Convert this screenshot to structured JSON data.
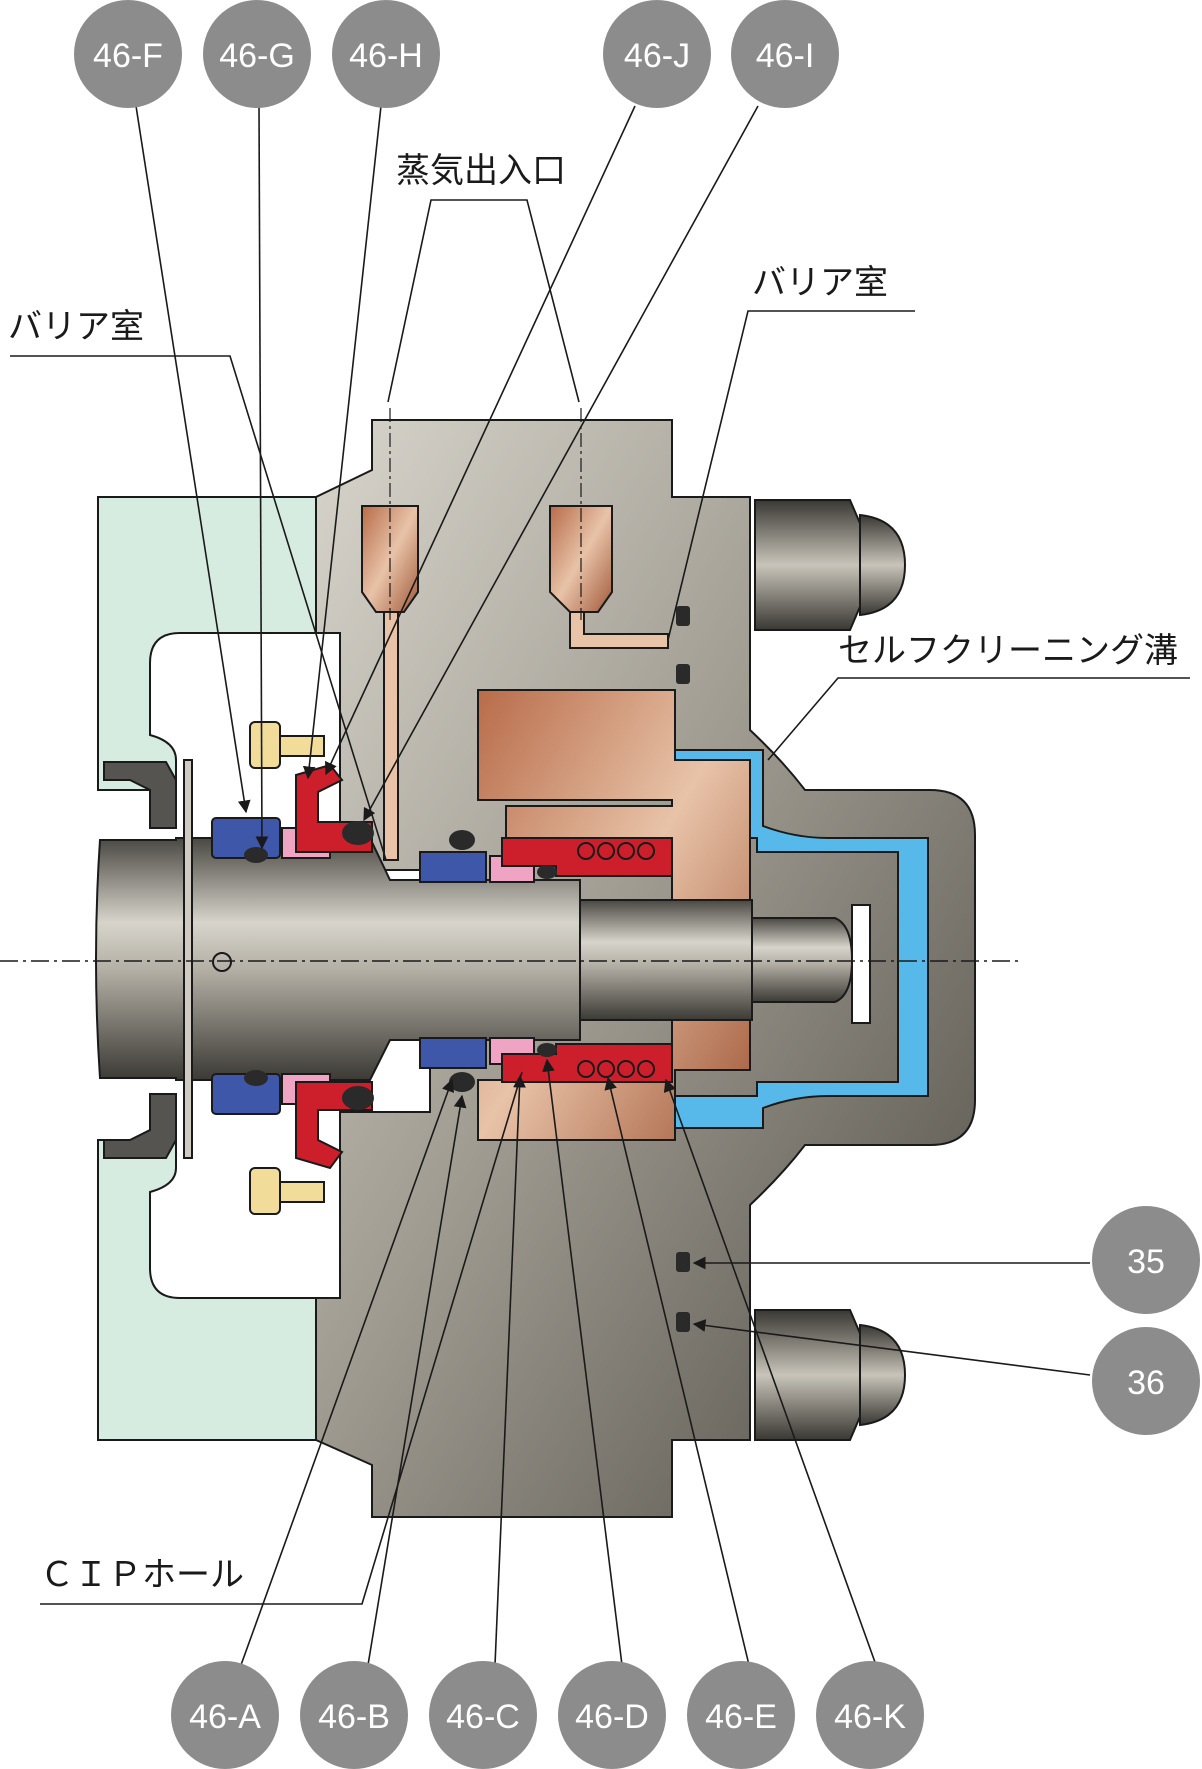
{
  "badges_top": [
    {
      "id": "f",
      "label": "46-F"
    },
    {
      "id": "g",
      "label": "46-G"
    },
    {
      "id": "h",
      "label": "46-H"
    },
    {
      "id": "j",
      "label": "46-J"
    },
    {
      "id": "i",
      "label": "46-I"
    }
  ],
  "badges_right": [
    {
      "id": "35",
      "label": "35"
    },
    {
      "id": "36",
      "label": "36"
    }
  ],
  "badges_bottom": [
    {
      "id": "a",
      "label": "46-A"
    },
    {
      "id": "b",
      "label": "46-B"
    },
    {
      "id": "c",
      "label": "46-C"
    },
    {
      "id": "d",
      "label": "46-D"
    },
    {
      "id": "e",
      "label": "46-E"
    },
    {
      "id": "k",
      "label": "46-K"
    }
  ],
  "labels": {
    "steam_port": "蒸気出入口",
    "barrier_left": "バリア室",
    "barrier_right": "バリア室",
    "self_cleaning_groove": "セルフクリーニング溝",
    "cip_hole": "ＣＩＰホール"
  },
  "colors": {
    "badge": "#8c8c8c",
    "housing_metal": "#a09c92",
    "copper": "#c98d6c",
    "seal_red": "#cc1f2b",
    "seal_pink": "#f0a4c4",
    "oring_blue": "#3e57a8",
    "coolant_blue": "#57b9ea",
    "mint": "#d6ece0",
    "bolt_yellow": "#f2dc9a"
  }
}
